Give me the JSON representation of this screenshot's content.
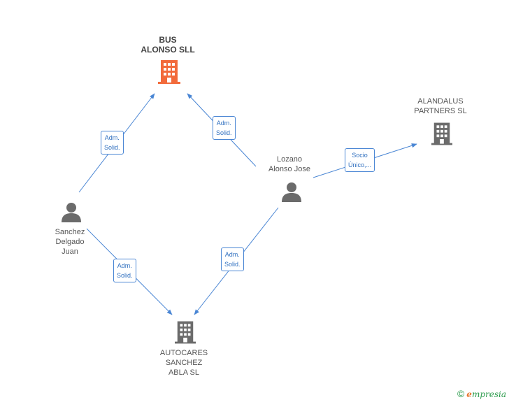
{
  "colors": {
    "edge": "#4a86d4",
    "primary_building": "#f26a3b",
    "building": "#6b6b6b",
    "person": "#6b6b6b"
  },
  "nodes": {
    "bus_alonso": {
      "label": "BUS\nALONSO SLL",
      "icon": "building-icon"
    },
    "alandalus": {
      "label": "ALANDALUS\nPARTNERS SL",
      "icon": "building-icon"
    },
    "lozano": {
      "label": "Lozano\nAlonso Jose",
      "icon": "person-icon"
    },
    "sanchez_delgado": {
      "label": "Sanchez\nDelgado\nJuan",
      "icon": "person-icon"
    },
    "autocares": {
      "label": "AUTOCARES\nSANCHEZ\nABLA SL",
      "icon": "building-icon"
    }
  },
  "edges": {
    "sanchez_to_bus": "Adm.\nSolid.",
    "lozano_to_bus": "Adm.\nSolid.",
    "lozano_to_alandalus": "Socio\nÚnico,...",
    "sanchez_to_autocares": "Adm.\nSolid.",
    "lozano_to_autocares": "Adm.\nSolid."
  },
  "footer": {
    "copyright": "©",
    "brand_e": "e",
    "brand_rest": "mpresia"
  }
}
